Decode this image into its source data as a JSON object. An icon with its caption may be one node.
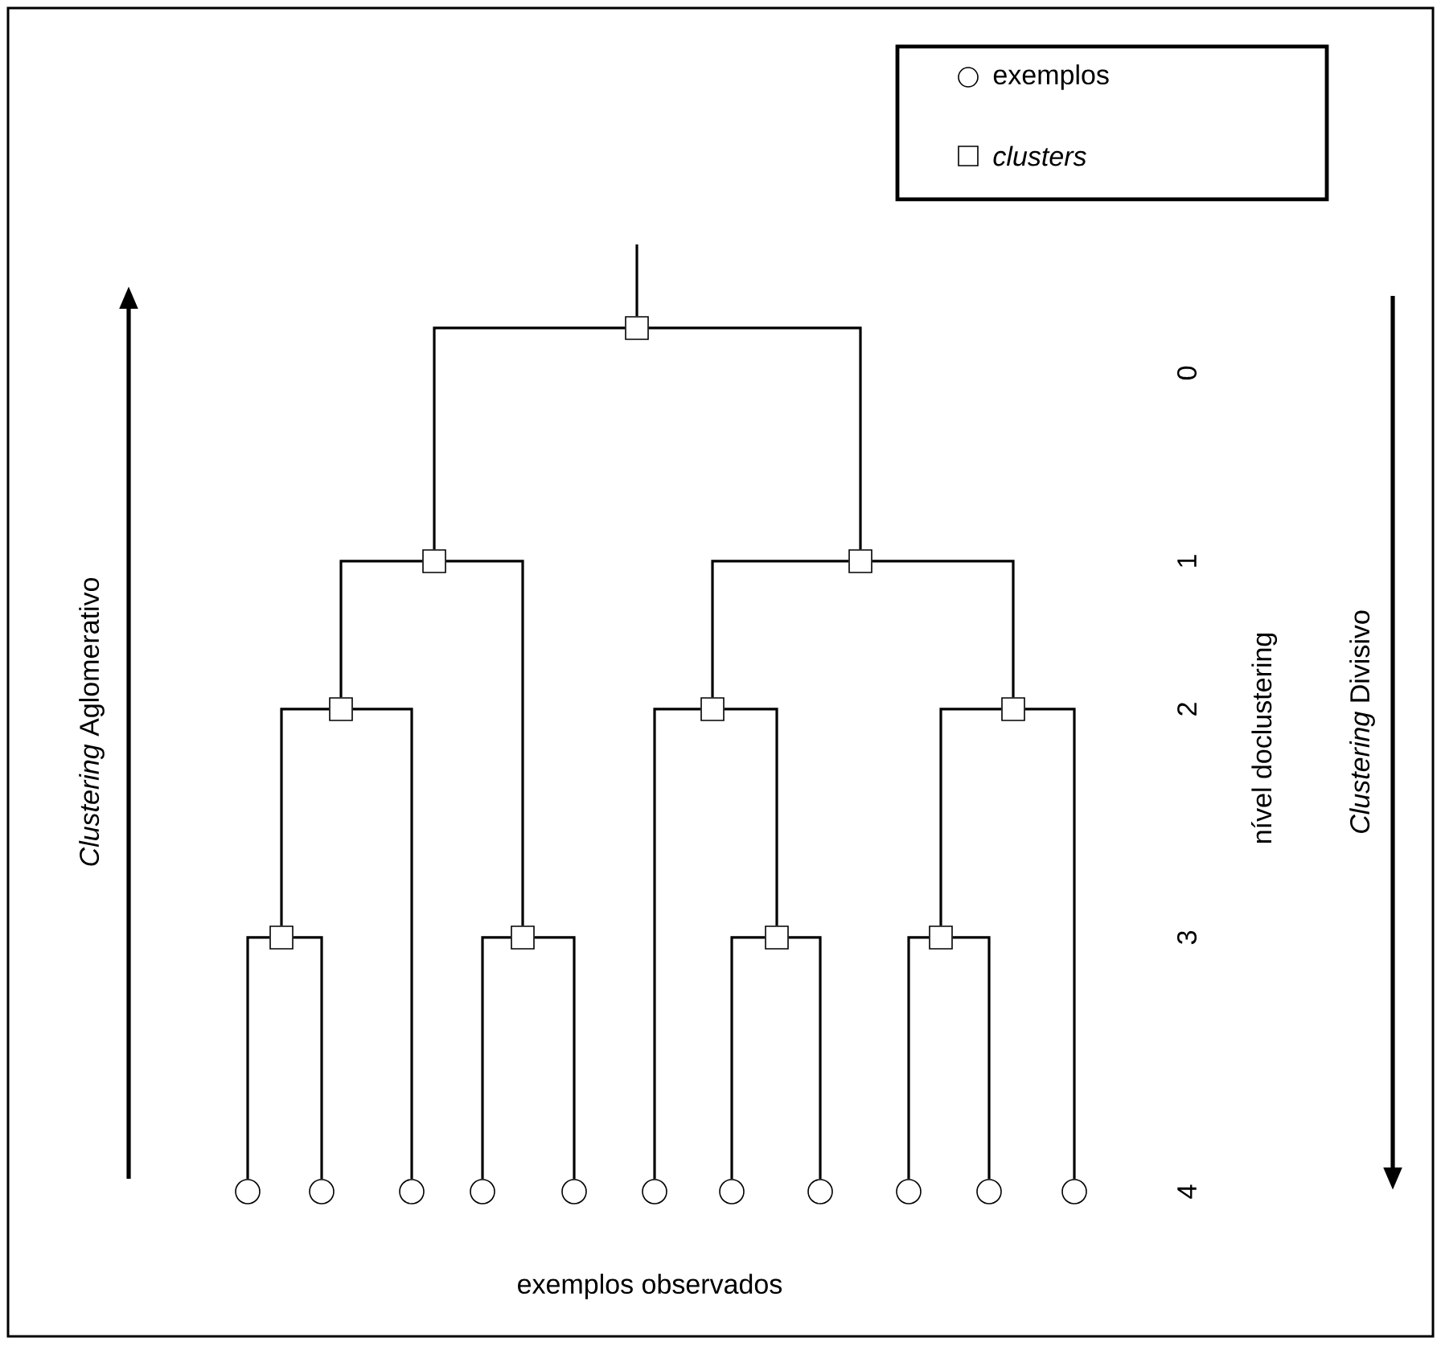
{
  "diagram": {
    "nodes": [
      {
        "text": [],
        "shape": "box"
      },
      {
        "text": [],
        "shape": "box"
      },
      {
        "text": [],
        "shape": "box"
      },
      {
        "text": [],
        "shape": "box"
      },
      {
        "text": [],
        "shape": "box"
      },
      {
        "text": [],
        "shape": "box"
      },
      {
        "text": [],
        "shape": "box"
      },
      {
        "text": [],
        "shape": "box"
      },
      {
        "text": [],
        "shape": "box"
      },
      {
        "text": [],
        "shape": "box"
      },
      {
        "text": [],
        "shape": "circle"
      },
      {
        "text": [],
        "shape": "circle"
      },
      {
        "text": [],
        "shape": "circle"
      },
      {
        "text": [],
        "shape": "circle"
      },
      {
        "text": [],
        "shape": "circle"
      },
      {
        "text": [],
        "shape": "circle"
      },
      {
        "text": [],
        "shape": "circle"
      },
      {
        "text": [],
        "shape": "circle"
      },
      {
        "text": [],
        "shape": "circle"
      },
      {
        "text": [],
        "shape": "circle"
      },
      {
        "text": [],
        "shape": "circle"
      }
    ],
    "edges": [
      {
        "from": null,
        "to": 0,
        "arrow": "none"
      },
      {
        "from": 0,
        "to": 1,
        "arrow": "none"
      },
      {
        "from": 0,
        "to": 2,
        "arrow": "none"
      },
      {
        "from": 1,
        "to": 3,
        "arrow": "none"
      },
      {
        "from": 1,
        "to": 7,
        "arrow": "none"
      },
      {
        "from": 2,
        "to": 4,
        "arrow": "none"
      },
      {
        "from": 2,
        "to": 5,
        "arrow": "none"
      },
      {
        "from": 3,
        "to": 6,
        "arrow": "none"
      },
      {
        "from": 3,
        "to": 12,
        "arrow": "none"
      },
      {
        "from": 6,
        "to": 10,
        "arrow": "none"
      },
      {
        "from": 6,
        "to": 11,
        "arrow": "none"
      },
      {
        "from": 7,
        "to": 13,
        "arrow": "none"
      },
      {
        "from": 7,
        "to": 14,
        "arrow": "none"
      },
      {
        "from": 4,
        "to": 15,
        "arrow": "none"
      },
      {
        "from": 4,
        "to": 8,
        "arrow": "none"
      },
      {
        "from": 8,
        "to": 16,
        "arrow": "none"
      },
      {
        "from": 8,
        "to": 17,
        "arrow": "none"
      },
      {
        "from": 5,
        "to": 9,
        "arrow": "none"
      },
      {
        "from": 5,
        "to": 20,
        "arrow": "none"
      },
      {
        "from": 9,
        "to": 18,
        "arrow": "none"
      },
      {
        "from": 9,
        "to": 19,
        "arrow": "none"
      }
    ],
    "labels": [
      "*Clustering* Aglomerativo",
      "0",
      "1",
      "2",
      "3",
      "4",
      "nível doclustering",
      "*Clustering* Divisivo",
      "exemplos observados"
    ],
    "legend": [
      {
        "text": "exemplos"
      },
      {
        "text": "clusters"
      }
    ]
  }
}
